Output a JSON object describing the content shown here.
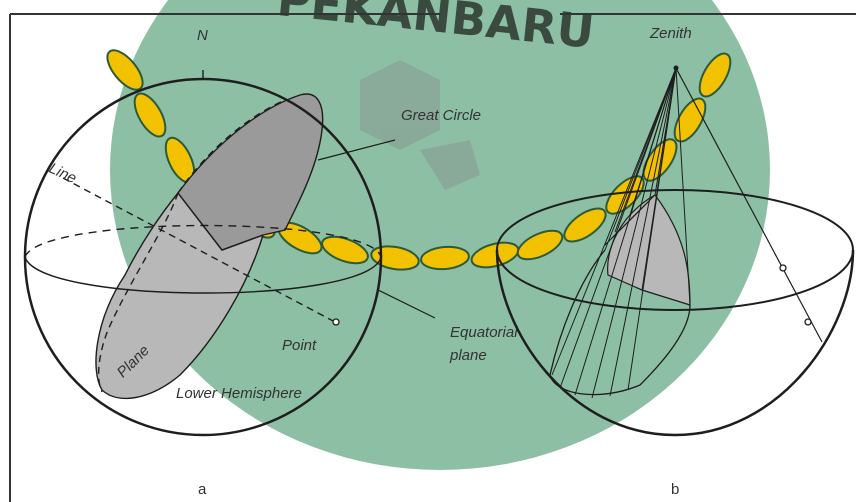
{
  "watermark": {
    "text": "PEKANBARU",
    "logo_color": "#2e8b57",
    "ribbon_color": "#f2c200"
  },
  "panel_a": {
    "north_label": "N",
    "great_circle_label": "Great Circle",
    "line_label": "Line",
    "plane_label": "Plane",
    "point_label": "Point",
    "equatorial_label_1": "Equatorial",
    "equatorial_label_2": "plane",
    "hemisphere_label": "Lower Hemisphere",
    "caption": "a"
  },
  "panel_b": {
    "zenith_label": "Zenith",
    "caption": "b"
  },
  "colors": {
    "stroke": "#1e1e1e",
    "plane_fill": "#b8b8b8",
    "frame": "#333333"
  }
}
